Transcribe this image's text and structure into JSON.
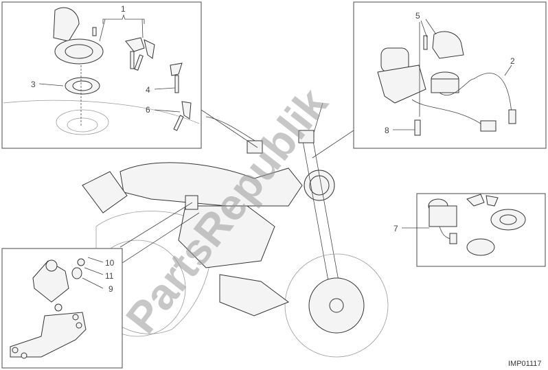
{
  "diagram": {
    "watermark": "PartsRepublik",
    "drawing_code": "IMP01117",
    "labels": {
      "p1": "1",
      "p2": "2",
      "p3": "3",
      "p4": "4",
      "p5": "5",
      "p6": "6",
      "p7": "7",
      "p8": "8",
      "p9": "9",
      "p10": "10",
      "p11": "11"
    }
  }
}
